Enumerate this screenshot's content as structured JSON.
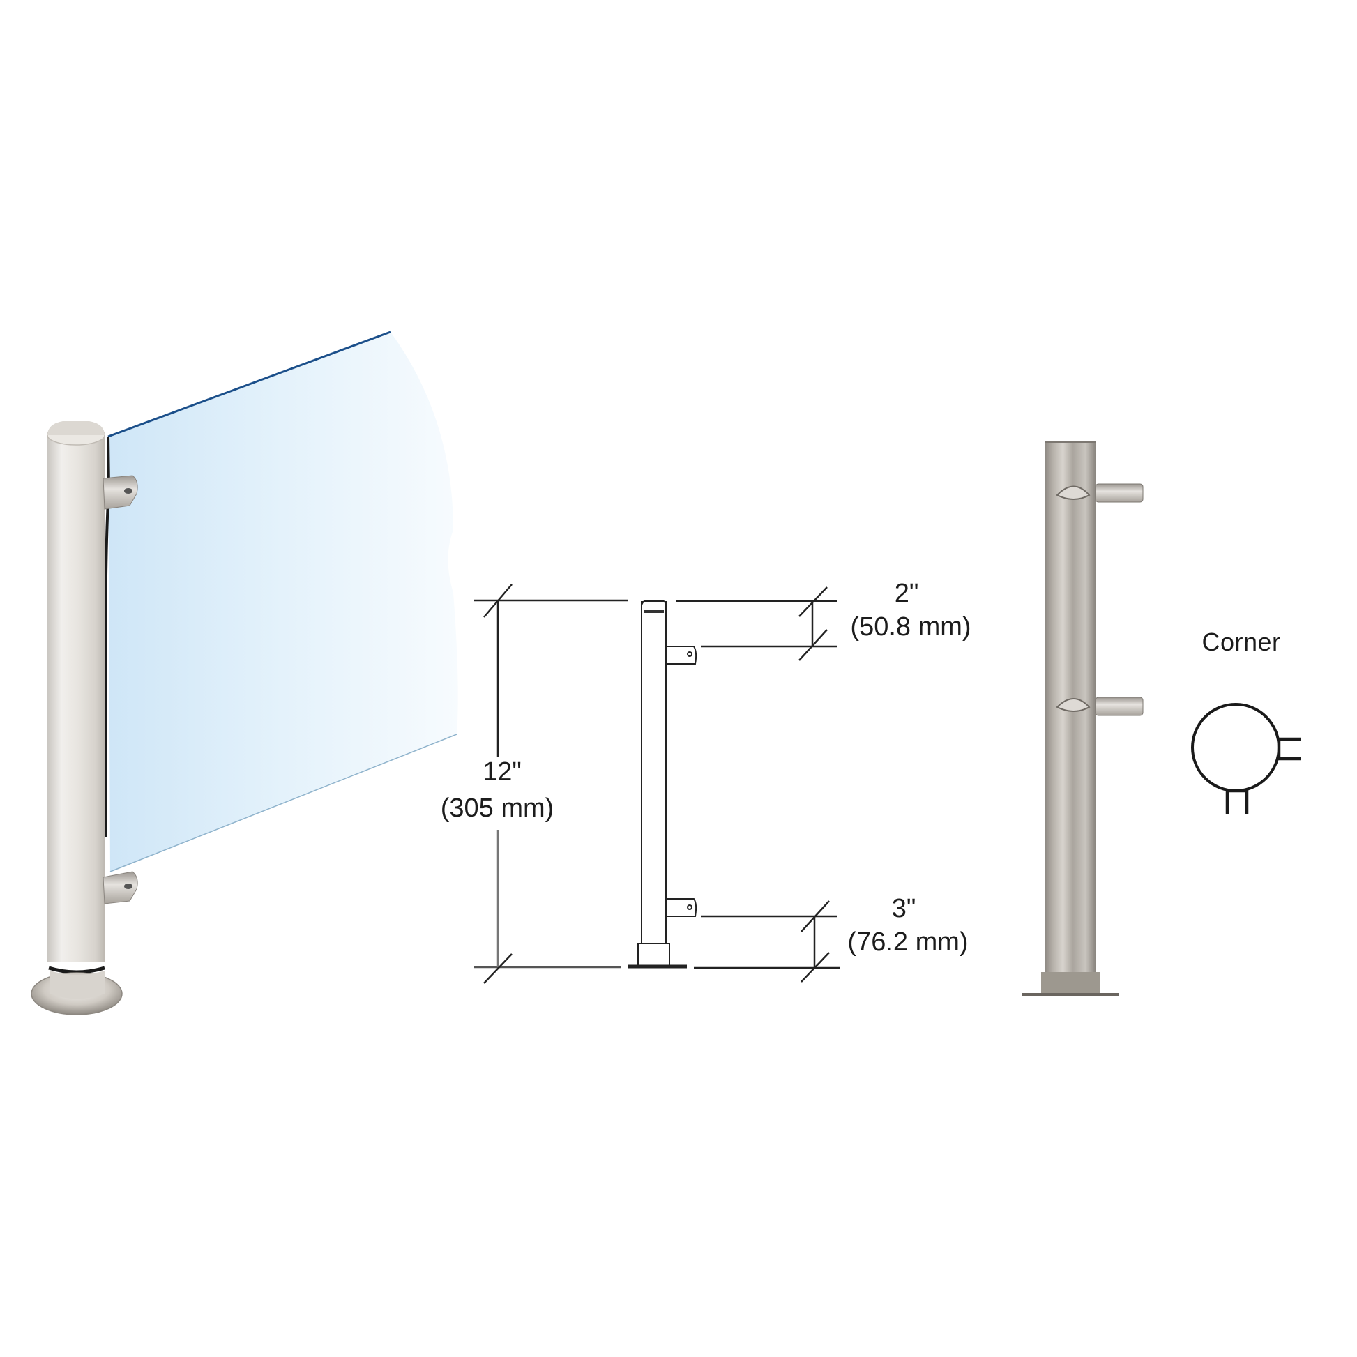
{
  "product_figure": {
    "photo": {
      "name": "Glass railing end post with glass panel"
    },
    "drawing": {
      "overall_height": {
        "inches": "12\"",
        "mm": "(305 mm)"
      },
      "top_offset": {
        "inches": "2\"",
        "mm": "(50.8 mm)"
      },
      "bottom_offset": {
        "inches": "3\"",
        "mm": "(76.2 mm)"
      }
    },
    "post_photo": {
      "name": "Brushed stainless post with two glass clamps"
    },
    "configuration": {
      "title": "Corner"
    }
  },
  "colors": {
    "glass": "#e6f3fb",
    "glass_edge": "#1b4f8a",
    "steel_light": "#e4e1dc",
    "steel_mid": "#b9b4ad",
    "line": "#222222"
  }
}
